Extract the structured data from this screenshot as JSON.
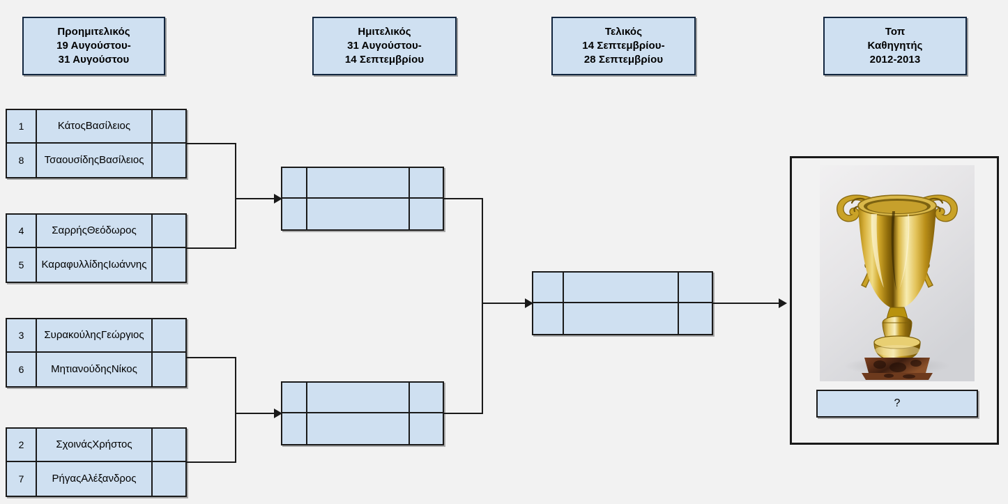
{
  "page": {
    "title": "Τοπ Καθηγητής 2012-2013 — Πίνακας Αγώνων",
    "background_color": "#f2f2f2",
    "box_fill_color": "#cfe0f1",
    "border_color": "#1a1a1a"
  },
  "round_headers": [
    {
      "name": "quarterfinal-header",
      "line1": "Προημιτελικός",
      "line2": "19 Αυγούστου-",
      "line3": "31 Αυγούστου"
    },
    {
      "name": "semifinal-header",
      "line1": "Ημιτελικός",
      "line2": "31 Αυγούστου-",
      "line3": "14 Σεπτεμβρίου"
    },
    {
      "name": "final-header",
      "line1": "Τελικός",
      "line2": "14 Σεπτεμβρίου-",
      "line3": "28 Σεπτεμβρίου"
    },
    {
      "name": "champion-header",
      "line1": "Τοπ",
      "line2": "Καθηγητής",
      "line3": "2012-2013"
    }
  ],
  "quarterfinals": [
    {
      "match_id": "qf-1",
      "top": {
        "seed": "1",
        "name_line1": "Κάτος",
        "name_line2": "Βασίλειος",
        "score": ""
      },
      "bottom": {
        "seed": "8",
        "name_line1": "Τσαουσίδης",
        "name_line2": "Βασίλειος",
        "score": ""
      }
    },
    {
      "match_id": "qf-2",
      "top": {
        "seed": "4",
        "name_line1": "Σαρρής",
        "name_line2": "Θεόδωρος",
        "score": ""
      },
      "bottom": {
        "seed": "5",
        "name_line1": "Καραφυλλίδης",
        "name_line2": "Ιωάννης",
        "score": ""
      }
    },
    {
      "match_id": "qf-3",
      "top": {
        "seed": "3",
        "name_line1": "Συρακούλης",
        "name_line2": "Γεώργιος",
        "score": ""
      },
      "bottom": {
        "seed": "6",
        "name_line1": "Μητιανούδης",
        "name_line2": "Νίκος",
        "score": ""
      }
    },
    {
      "match_id": "qf-4",
      "top": {
        "seed": "2",
        "name_line1": "Σχοινάς",
        "name_line2": "Χρήστος",
        "score": ""
      },
      "bottom": {
        "seed": "7",
        "name_line1": "Ρήγας",
        "name_line2": "Αλέξανδρος",
        "score": ""
      }
    }
  ],
  "semifinals": [
    {
      "match_id": "sf-1",
      "top": {
        "seed": "",
        "name": "",
        "score": ""
      },
      "bottom": {
        "seed": "",
        "name": "",
        "score": ""
      }
    },
    {
      "match_id": "sf-2",
      "top": {
        "seed": "",
        "name": "",
        "score": ""
      },
      "bottom": {
        "seed": "",
        "name": "",
        "score": ""
      }
    }
  ],
  "final": {
    "match_id": "final-1",
    "top": {
      "seed": "",
      "name": "",
      "score": ""
    },
    "bottom": {
      "seed": "",
      "name": "",
      "score": ""
    }
  },
  "champion": {
    "trophy_icon": "trophy-icon",
    "winner_placeholder": "?"
  }
}
